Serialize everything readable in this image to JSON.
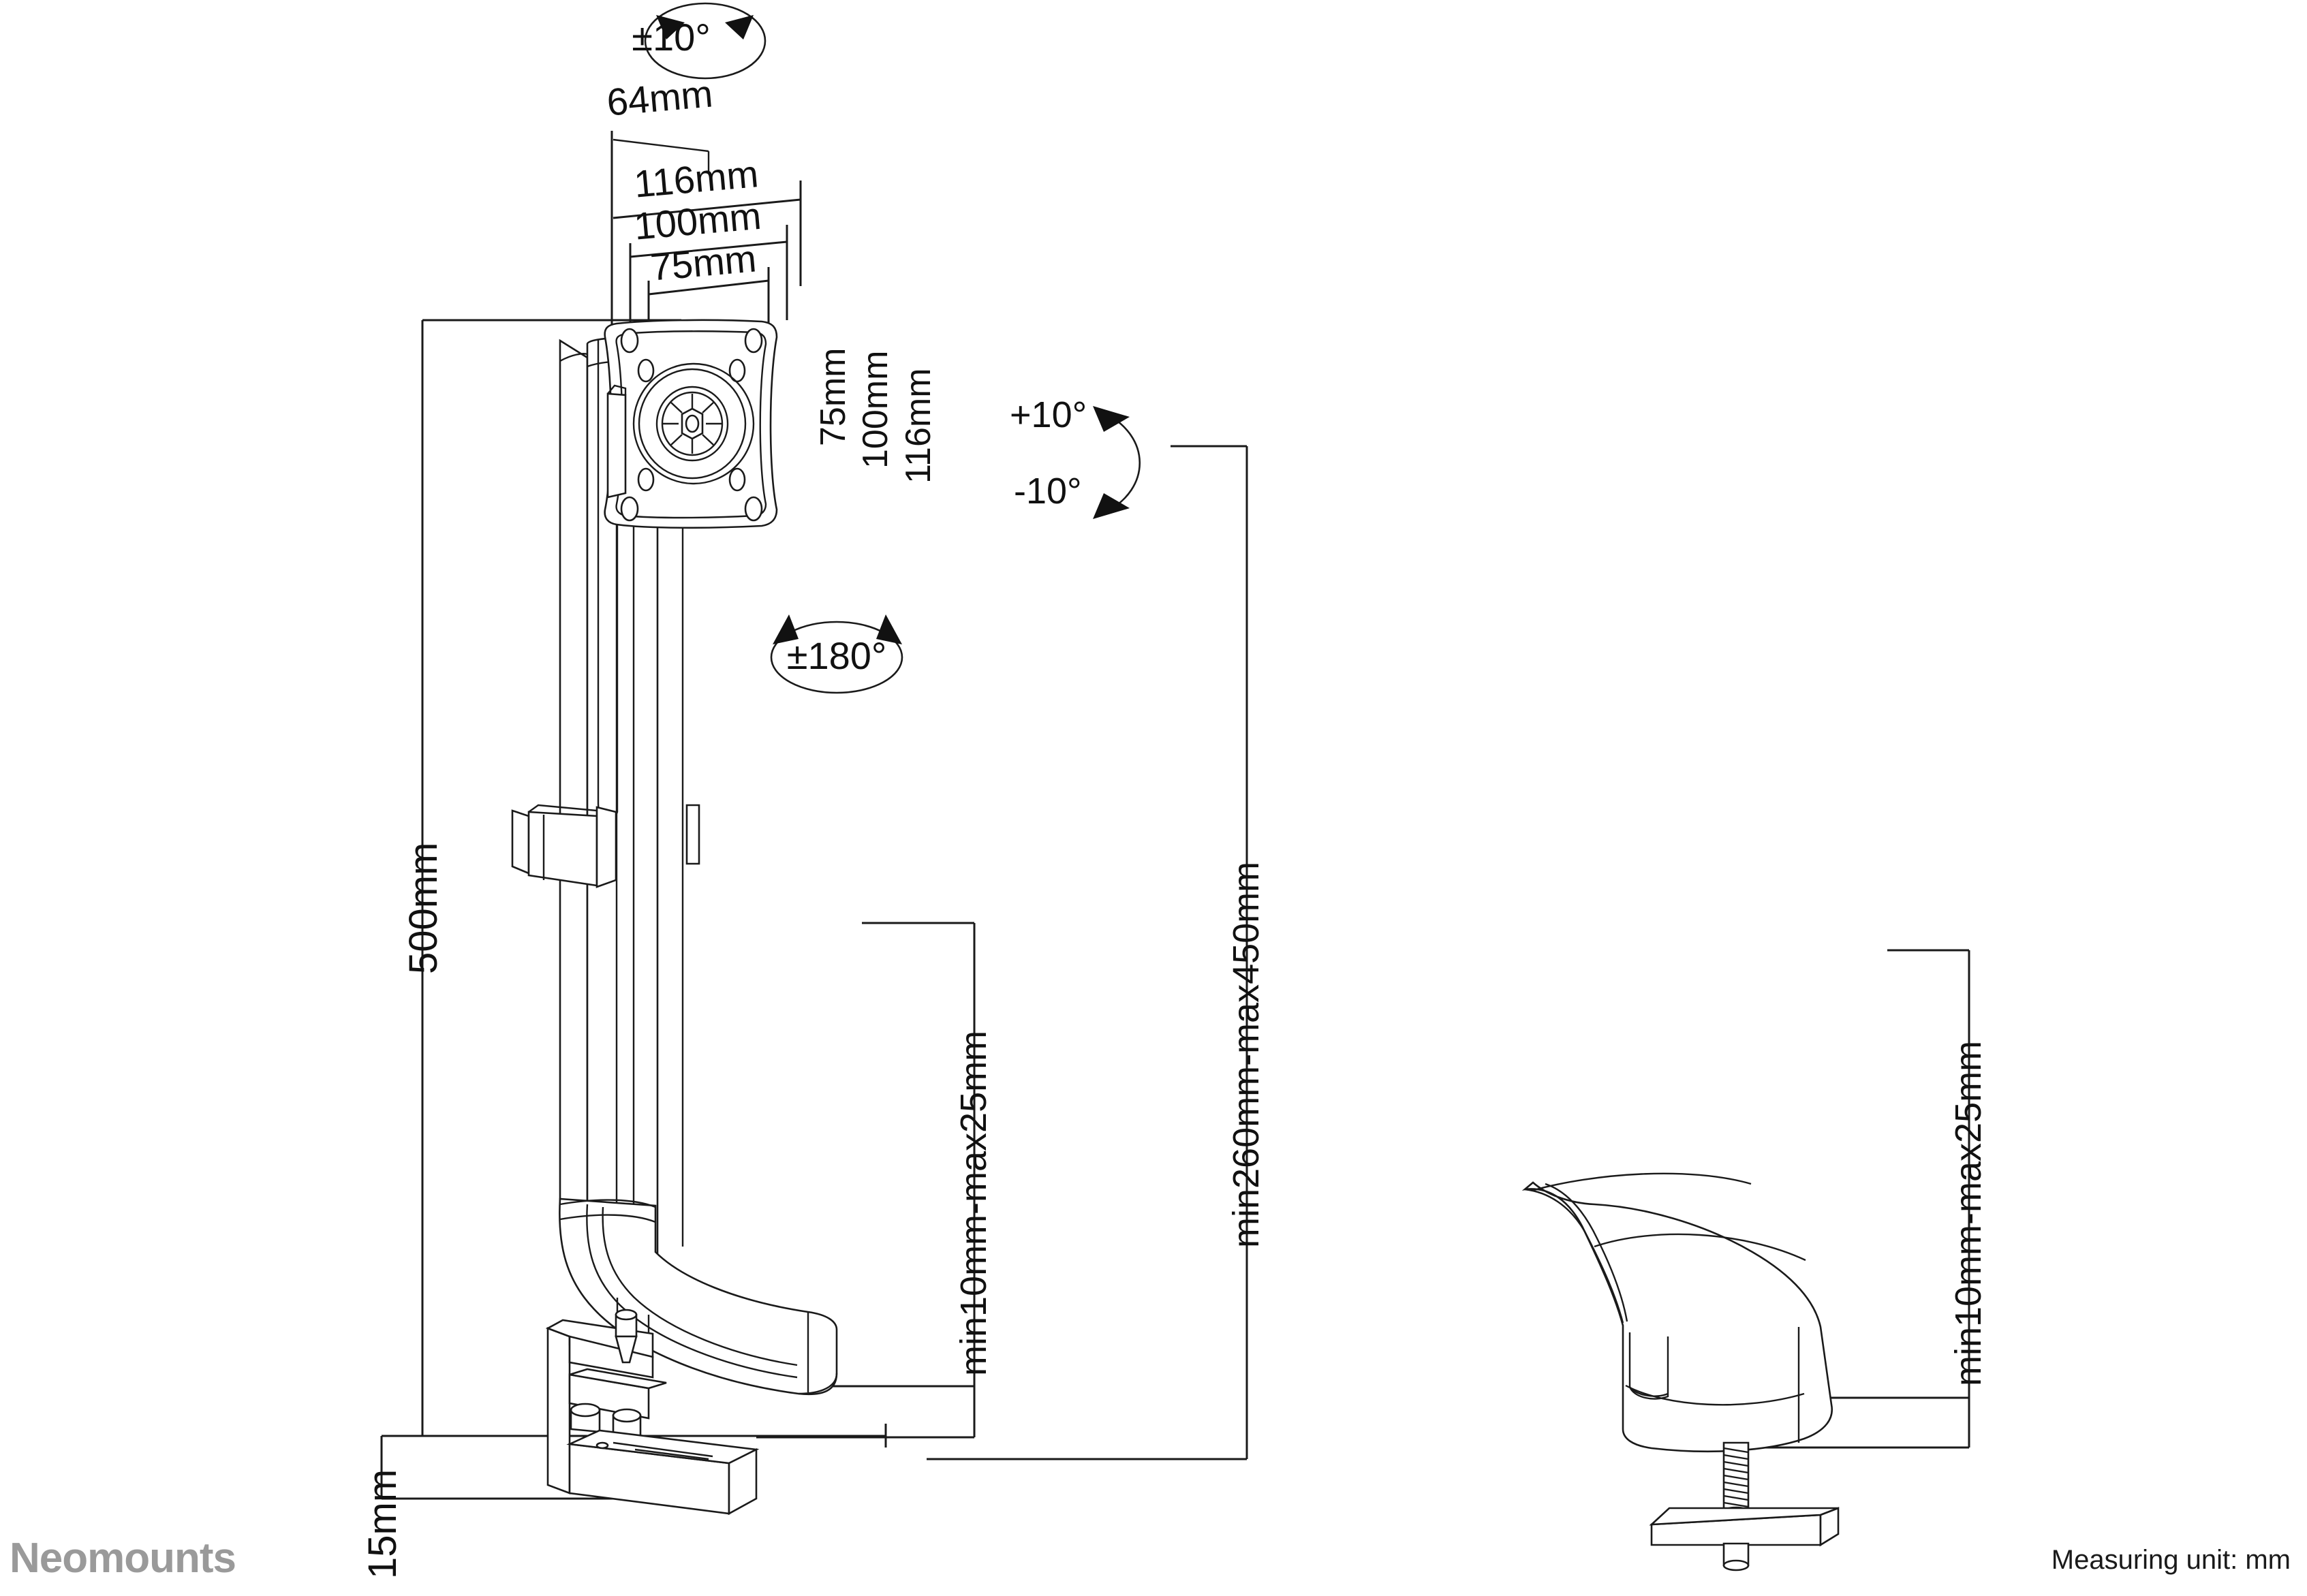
{
  "document": {
    "type": "technical-dimension-drawing",
    "subject": "Neomounts monitor desk mount / stand",
    "measuring_unit_note": "Measuring unit: mm",
    "brand": "Neomounts"
  },
  "rotation_symbols": {
    "swivel_top": "±10°",
    "rotation_mid": "±180°",
    "tilt_up": "+10°",
    "tilt_down": "-10°"
  },
  "dimensions": {
    "depth_64": "64mm",
    "vesa_width_116": "116mm",
    "vesa_width_100": "100mm",
    "vesa_width_75": "75mm",
    "vesa_height_75": "75mm",
    "vesa_height_100": "100mm",
    "vesa_height_116": "116mm",
    "pole_height_500": "500mm",
    "clamp_base_15": "15mm",
    "desk_thickness_main": "min10mm-max25mm",
    "working_height": "min260mm-max450mm",
    "desk_thickness_detail": "min10mm-max25mm"
  },
  "views": {
    "main_view_name": "side elevation with desk clamp",
    "detail_view_name": "grommet mount detail"
  },
  "colors": {
    "line": "#1a1a1a",
    "thin_line": "#2a2a2a",
    "brand_gray": "#9a9a9a",
    "background": "#ffffff"
  }
}
